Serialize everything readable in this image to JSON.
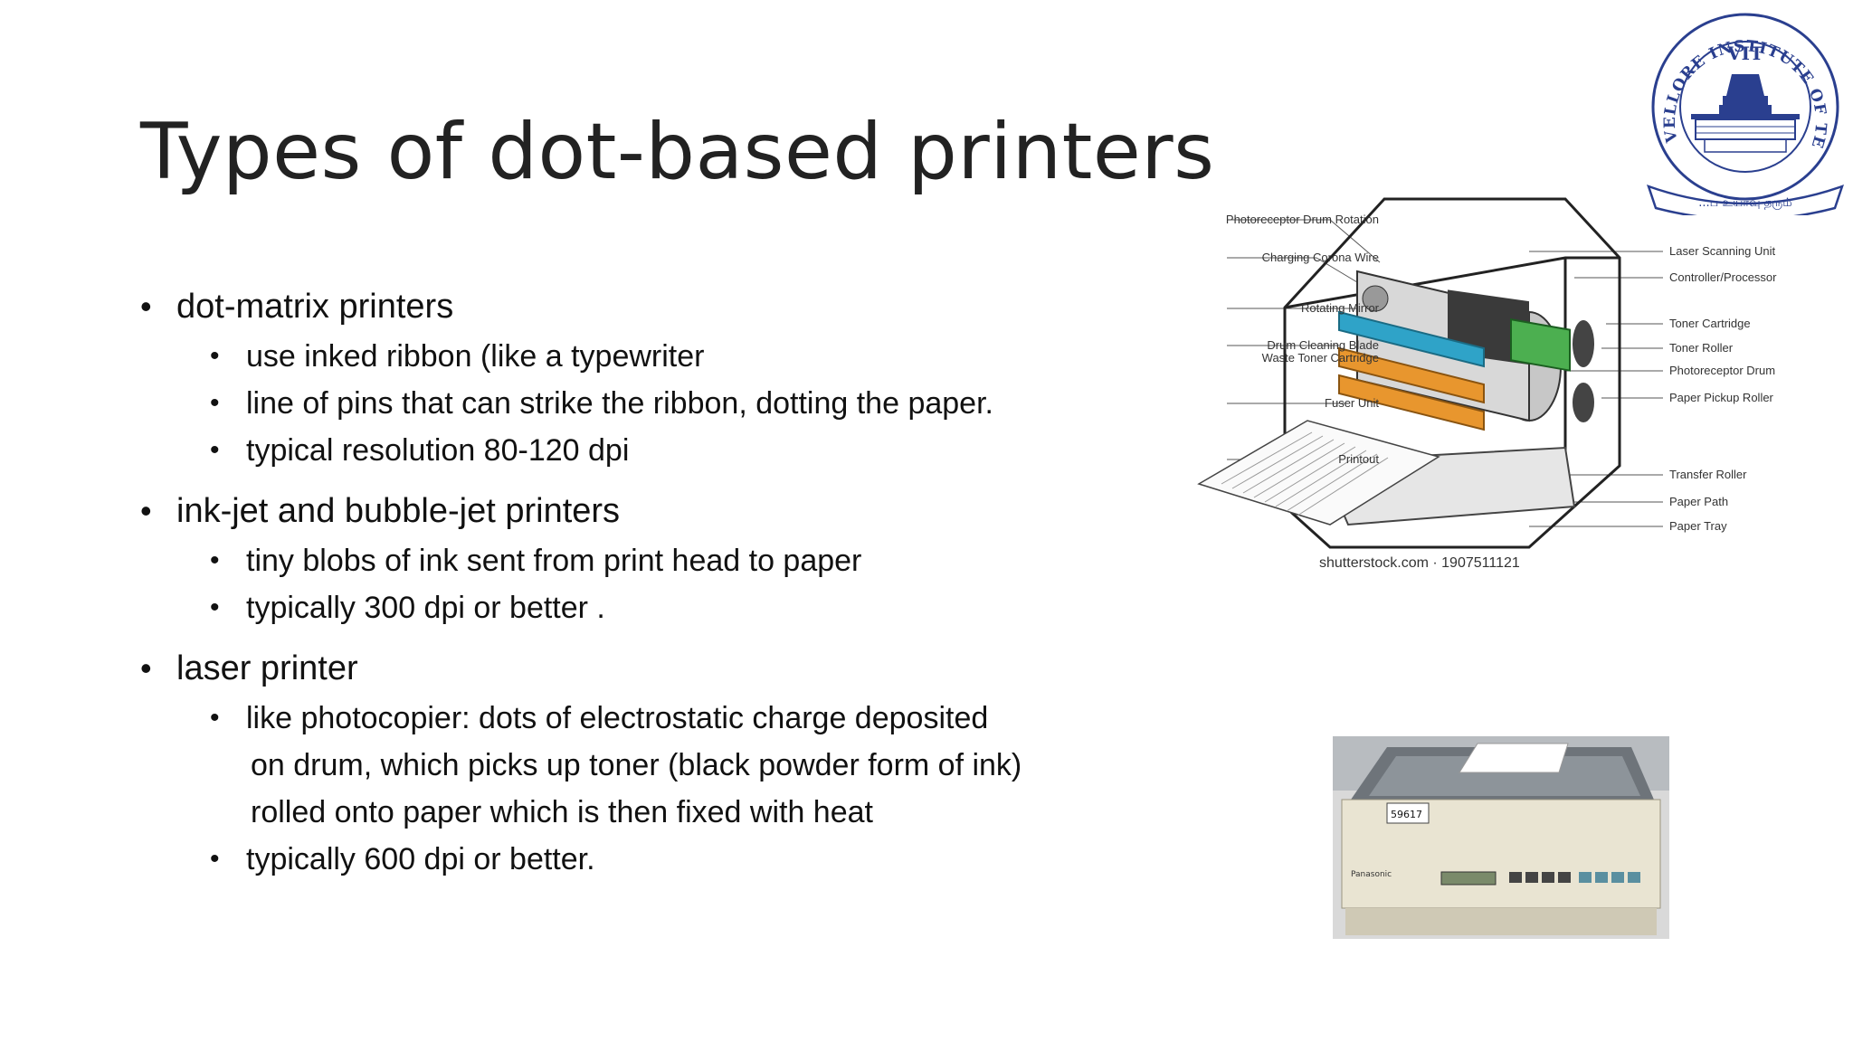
{
  "slide": {
    "title": "Types of dot-based printers",
    "groups": [
      {
        "heading": "dot-matrix printers",
        "items": [
          {
            "text": "use inked ribbon (like a typewriter",
            "continuation": []
          },
          {
            "text": "line of pins that can strike the ribbon, dotting the paper.",
            "continuation": []
          },
          {
            "text": "typical resolution 80-120 dpi",
            "continuation": []
          }
        ]
      },
      {
        "heading": "ink-jet and bubble-jet printers",
        "items": [
          {
            "text": "tiny blobs of ink sent from print head to paper",
            "continuation": []
          },
          {
            "text": "typically 300 dpi or better .",
            "continuation": []
          }
        ]
      },
      {
        "heading": "laser printer",
        "items": [
          {
            "text": "like photocopier: dots of electrostatic charge deposited",
            "continuation": [
              "on drum, which picks up toner (black powder form of ink)",
              "rolled onto paper which is then fixed with heat"
            ]
          },
          {
            "text": "typically 600 dpi or better.",
            "continuation": []
          }
        ]
      }
    ]
  },
  "logo": {
    "ring_text": "VELLORE INSTITUTE OF TECHNOLOGY",
    "abbrev": "VIT",
    "ribbon_text": "...ப உயர்வு தரும்",
    "color": "#2a3f8f"
  },
  "diagram": {
    "left_labels": [
      "Photoreceptor Drum Rotation",
      "Charging Corona Wire",
      "Rotating Mirror",
      "Drum Cleaning Blade",
      "Waste Toner Cartridge",
      "Fuser Unit",
      "Printout"
    ],
    "right_labels": [
      "Laser Scanning Unit",
      "Controller/Processor",
      "Toner Cartridge",
      "Toner Roller",
      "Photoreceptor Drum",
      "Paper Pickup Roller",
      "Transfer Roller",
      "Paper Path",
      "Paper Tray"
    ],
    "credit": "shutterstock.com · 1907511121",
    "colors": {
      "toner": "#2fa3c8",
      "fuser": "#e8962e",
      "board": "#4caf50"
    }
  },
  "photo": {
    "tag": "59617",
    "brand": "Panasonic"
  }
}
